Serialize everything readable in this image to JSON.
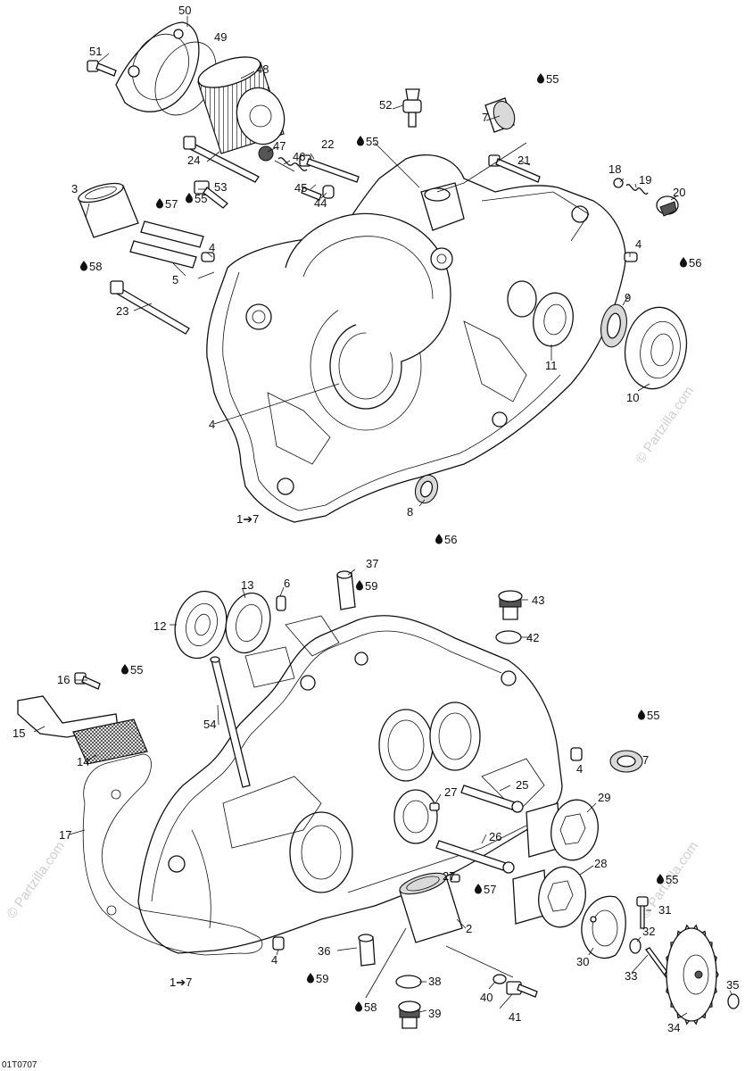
{
  "diagram": {
    "doc_code": "01T0707",
    "watermark": "© Partzilla.com",
    "ref_note": "1➔7",
    "lube_codes": [
      "55",
      "56",
      "57",
      "58",
      "59"
    ],
    "callouts_top": [
      "50",
      "49",
      "51",
      "48",
      "52",
      "7",
      "47",
      "46",
      "22",
      "24",
      "45",
      "44",
      "53",
      "3",
      "21",
      "18",
      "19",
      "20",
      "4",
      "5",
      "23",
      "9",
      "56",
      "11",
      "10",
      "8"
    ],
    "callouts_bottom": [
      "37",
      "43",
      "13",
      "6",
      "12",
      "42",
      "16",
      "54",
      "15",
      "14",
      "17",
      "2",
      "27",
      "25",
      "26",
      "29",
      "28",
      "31",
      "32",
      "33",
      "30",
      "34",
      "35",
      "36",
      "38",
      "39",
      "40",
      "41"
    ]
  }
}
